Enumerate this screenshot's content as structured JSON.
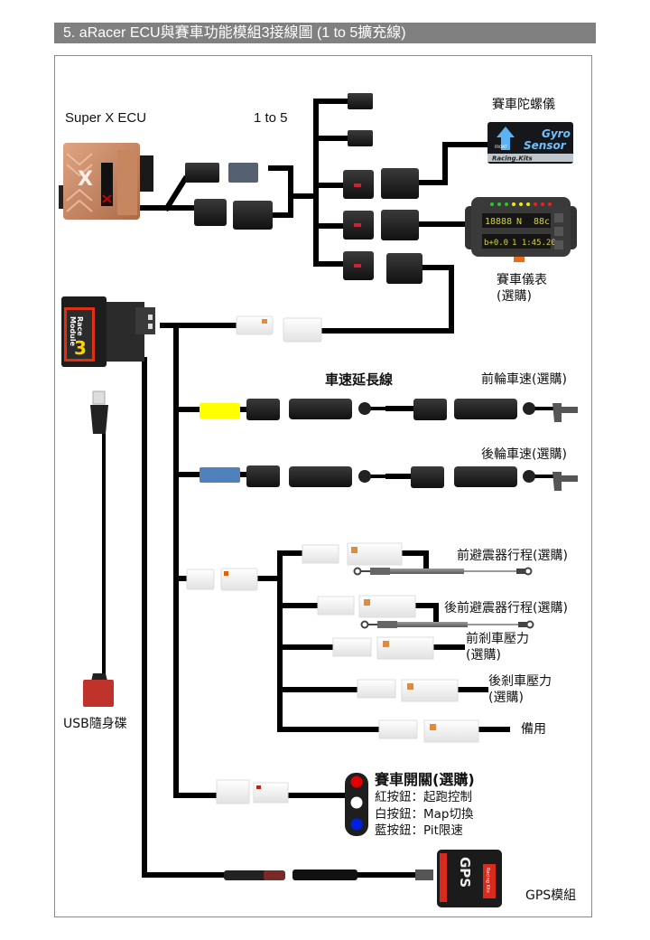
{
  "title": "5.  aRacer ECU與賽車功能模組3接線圖 (1 to 5擴充線)",
  "labels": {
    "ecu": "Super X ECU",
    "splitter": "1 to 5",
    "gyro": "賽車陀螺儀",
    "dash_line1": "賽車儀表",
    "dash_line2": "(選購)",
    "speed_ext": "車速延長線",
    "front_speed": "前輪車速(選購)",
    "rear_speed": "後輪車速(選購)",
    "front_shock": "前避震器行程(選購)",
    "rear_shock": "後前避震器行程(選購)",
    "front_brake_line1": "前剎車壓力",
    "front_brake_line2": "(選購)",
    "rear_brake_line1": "後剎車壓力",
    "rear_brake_line2": "(選購)",
    "spare": "備用",
    "usb": "USB隨身碟",
    "switch_title": "賽車開關(選購)",
    "switch_red": "紅按鈕：起跑控制",
    "switch_white": "白按鈕：Map切換",
    "switch_blue": "藍按鈕：Pit限速",
    "gps": "GPS模組"
  },
  "devices": {
    "gyro": {
      "line1": "Gyro",
      "line2": "Sensor",
      "front": "FRONT",
      "brand": "Racing.Kits"
    },
    "dash": {
      "row1": [
        "18888",
        "N",
        "88c"
      ],
      "row2": [
        "b+0.0",
        "1 1:45.20"
      ]
    },
    "module": {
      "line1": "Race",
      "line2": "Module",
      "num": "3"
    },
    "gps": {
      "text": "GPS",
      "brand": "Racing Kits"
    }
  },
  "colors": {
    "wire": "#000000",
    "title_bg": "#808080",
    "yellow_tag": "#ffff00",
    "blue_tag": "#4f81bd",
    "ecu": "#c98a63",
    "switch_red": "#e00000",
    "switch_white": "#ffffff",
    "switch_blue": "#0020e0"
  }
}
